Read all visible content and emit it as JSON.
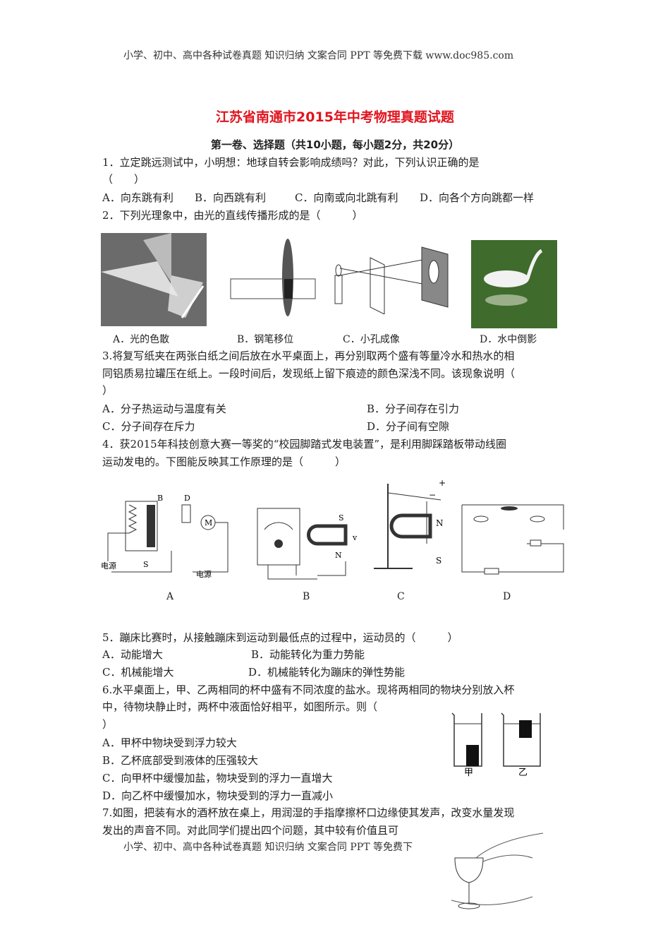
{
  "header": "小学、初中、高中各种试卷真题 知识归纳 文案合同 PPT 等免费下载   www.doc985.com",
  "title": "江苏省南通市2015年中考物理真题试题",
  "section": "第一卷、选择题（共10小题，每小题2分，共20分）",
  "q1": {
    "stem": "1．立定跳远测试中，小明想：地球自转会影响成绩吗？对此，下列认识正确的是",
    "paren": "（　　）",
    "options": [
      "A．向东跳有利",
      "B．向西跳有利",
      "C．向南或向北跳有利",
      "D．向各个方向跳都一样"
    ]
  },
  "q2": {
    "stem": "2．下列光理象中，由光的直线传播形成的是（　　　）",
    "captions": [
      "A．光的色散",
      "B．钢笔移位",
      "C．小孔成像",
      "D．水中倒影"
    ]
  },
  "q3": {
    "lines": [
      "3.将复写纸夹在两张白纸之间后放在水平桌面上，再分别取两个盛有等量冷水和热水的相",
      "同铝质易拉罐压在纸上。一段时间后，发现纸上留下痕迹的颜色深浅不同。该现象说明（",
      "）"
    ],
    "options": [
      "A．分子热运动与温度有关",
      "B．分子间存在引力",
      "C．分子间存在斥力",
      "D．分子间有空隙"
    ]
  },
  "q4": {
    "lines": [
      "4．获2015年科技创意大赛一等奖的“校园脚踏式发电装置”，是利用脚踩踏板带动线圈",
      "运动发电的。下图能反映其工作原理的是（　　　）"
    ],
    "labels": [
      "A",
      "B",
      "C",
      "D"
    ],
    "fig_text": {
      "a_power1": "电源",
      "a_s": "S",
      "a_power2": "电源",
      "a_b": "B",
      "a_d": "D",
      "a_m": "M",
      "b_s": "S",
      "b_n": "N",
      "b_v": "v",
      "c_n": "N",
      "c_s": "S",
      "c_plus": "+",
      "c_minus": "−"
    }
  },
  "q5": {
    "stem": "5．蹦床比赛时，从接触蹦床到运动到最低点的过程中，运动员的（　　　）",
    "options": [
      "A．动能增大",
      "B．动能转化为重力势能",
      "C．机械能增大",
      "D．机械能转化为蹦床的弹性势能"
    ]
  },
  "q6": {
    "lines": [
      "6.水平桌面上，甲、乙两相同的杯中盛有不同浓度的盐水。现将两相同的物块分别放入杯",
      "中，待物块静止时，两杯中液面恰好相平，如图所示。则（",
      "）"
    ],
    "options": [
      "A．甲杯中物块受到浮力较大",
      "B．乙杯底部受到液体的压强较大",
      "C．向甲杯中缓慢加盐，物块受到的浮力一直增大",
      "D．向乙杯中缓慢加水，物块受到的浮力一直减小"
    ],
    "cup_labels": [
      "甲",
      "乙"
    ]
  },
  "q7": {
    "lines": [
      "7.如图，把装有水的酒杯放在桌上，用润湿的手指摩擦杯口边缘使其发声，改变水量发现",
      "发出的声音不同。对此同学们提出四个问题，其中较有价值且可"
    ]
  },
  "footer": "小学、初中、高中各种试卷真题 知识归纳 文案合同 PPT 等免费下"
}
